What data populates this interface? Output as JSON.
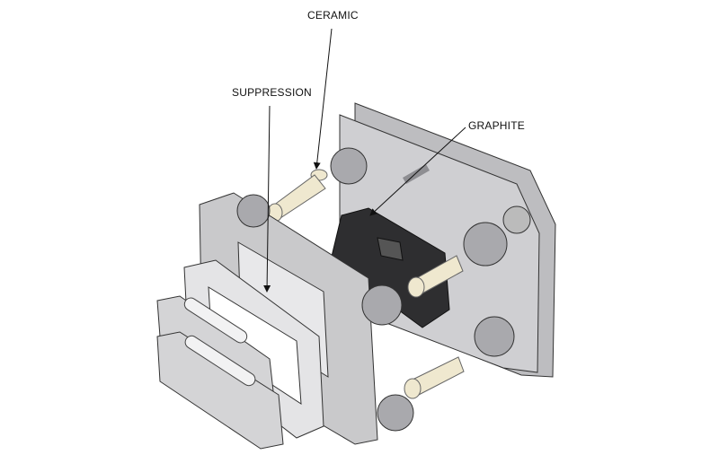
{
  "labels": {
    "ceramic": "CERAMIC",
    "suppression": "SUPPRESSION",
    "graphite": "GRAPHITE"
  },
  "colors": {
    "metal": "#c9c9cb",
    "metal_dark": "#8e8e92",
    "graphite": "#2e2e30",
    "ceramic": "#efe8cf",
    "frame": "#e4e4e6"
  }
}
